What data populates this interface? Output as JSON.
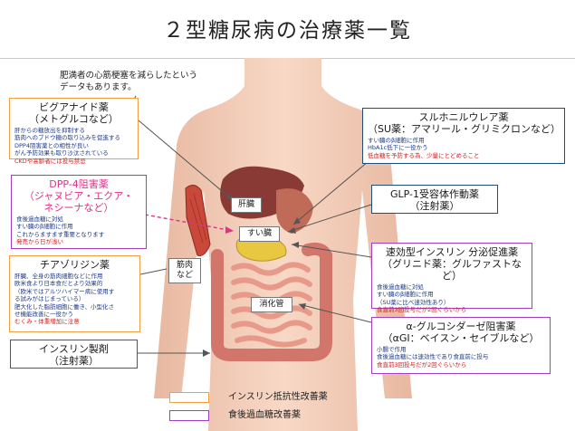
{
  "page": {
    "title": "２型糖尿病の治療薬一覧"
  },
  "note": {
    "lines": [
      "肥満者の心筋梗塞を減らしたという",
      "データもあります。"
    ]
  },
  "organs": {
    "liver": "肝臓",
    "pancreas": "すい臓",
    "muscle_lines": [
      "筋肉",
      "など"
    ],
    "intestine": "消化管"
  },
  "boxes": {
    "biguanide": {
      "title_lines": [
        "ビグアナイド薬",
        "（メトグルコなど）"
      ],
      "lines": [
        {
          "text": "肝からの糖放出を抑制する",
          "color": "blue"
        },
        {
          "text": "筋肉へのブドウ糖の取り込みを促進する",
          "color": "blue"
        },
        {
          "text": "DPP4阻害薬との相性が良い",
          "color": "blue"
        },
        {
          "text": "がん予防効果も取り沙汰されている",
          "color": "blue"
        },
        {
          "text": "CKDや高齢者には投与禁忌",
          "color": "red"
        }
      ]
    },
    "dpp4": {
      "title_lines": [
        "DPP-4阻害薬",
        "（ジャヌビア・エクア・",
        "ネシーナなど）"
      ],
      "lines": [
        {
          "text": "食後過血糖に対処",
          "color": "blue"
        },
        {
          "text": "すい臓のβ細胞に作用",
          "color": "blue"
        },
        {
          "text": "これからますます重要となります",
          "color": "blue"
        },
        {
          "text": "発売から日が浅い",
          "color": "red"
        }
      ]
    },
    "thiazolidine": {
      "title_lines": [
        "チアゾリジン薬"
      ],
      "lines": [
        {
          "text": "肝臓、全身の筋肉細胞などに作用",
          "color": "blue"
        },
        {
          "text": "欧米食より日本食だとより効果的",
          "color": "blue"
        },
        {
          "text": "（欧米ではアルツハイマー病に使用す",
          "color": "blue"
        },
        {
          "text": "る試みがはじまっている）",
          "color": "blue"
        },
        {
          "text": "肥大化した脂肪細胞に働き、小型化さ",
          "color": "blue"
        },
        {
          "text": "せ機能改善に一役かう",
          "color": "blue"
        },
        {
          "text": "むくみ・体重増加に注意",
          "color": "red"
        }
      ]
    },
    "insulin": {
      "title_lines": [
        "インスリン製剤",
        "（注射薬）"
      ]
    },
    "sulfonylurea": {
      "title_lines": [
        "スルホニルウレア薬",
        "（SU薬：アマリール・グリミクロンなど）"
      ],
      "lines": [
        {
          "text": "すい臓のβ細胞に作用",
          "color": "blue"
        },
        {
          "text": "HbA1c低下に一役かう",
          "color": "blue"
        },
        {
          "text": "低血糖を予防する為、少量にとどめること",
          "color": "red"
        }
      ]
    },
    "glp1": {
      "title_lines": [
        "GLP-1受容体作動薬",
        "（注射薬）"
      ]
    },
    "glinide": {
      "title_lines": [
        "速効型インスリン 分泌促進薬",
        "（グリニド薬：グルファストなど）"
      ],
      "lines": [
        {
          "text": "食後過血糖に対処",
          "color": "blue"
        },
        {
          "text": "すい臓のβ細胞に作用",
          "color": "blue"
        },
        {
          "text": "（SU薬に比べ速効性あり）",
          "color": "blue"
        },
        {
          "text": "食直前3回投与だが2回ぐらいから",
          "color": "red"
        }
      ]
    },
    "agi": {
      "title_lines": [
        "α-グルコシダーゼ阻害薬",
        "（αGI：ベイスン・セイブルなど）"
      ],
      "lines": [
        {
          "text": "小腸で作用",
          "color": "blue"
        },
        {
          "text": "食後過血糖には速効性であり食直前に投与",
          "color": "blue"
        },
        {
          "text": "食直前3回投与だが2回ぐらいから",
          "color": "red"
        }
      ]
    }
  },
  "legend": {
    "items": [
      {
        "label": "インスリン抵抗性改善薬",
        "color": "#f0a040"
      },
      {
        "label": "食後過血糖改善薬",
        "color": "#a040c0"
      }
    ]
  },
  "colors": {
    "blue_text": "#1f3c8c",
    "red_text": "#d02020",
    "pink_text": "#e0308a",
    "orange_border": "#f0a040",
    "purple_border": "#a040c0",
    "navy_border": "#1f4e79"
  }
}
